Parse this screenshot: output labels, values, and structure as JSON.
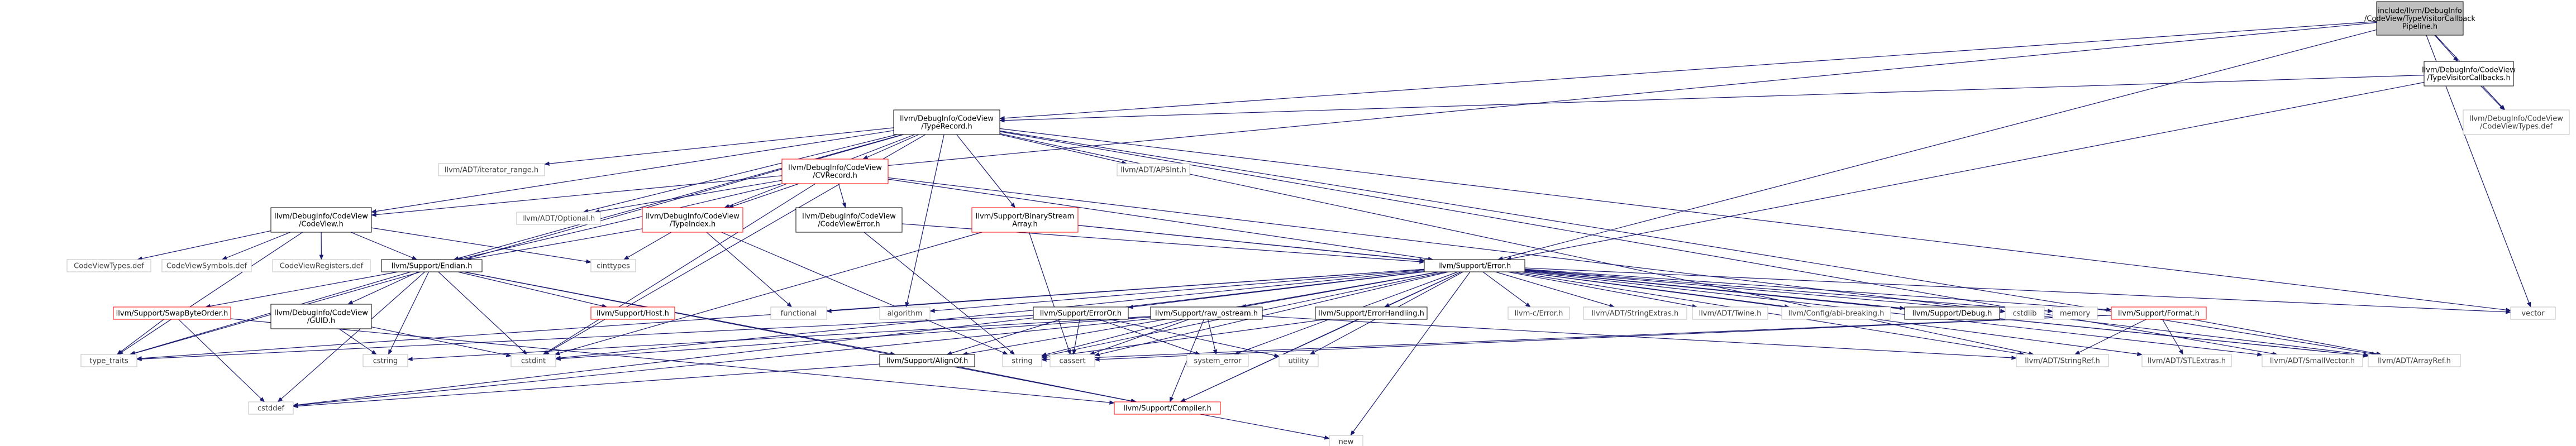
{
  "graph": {
    "root": "include/llvm/DebugInfo/CodeView/TypeVisitorCallbackPipeline.h",
    "colors": {
      "edge": "#191970",
      "node_border_default": "#bfbfbf",
      "node_border_linked": "#000000",
      "node_border_truncated": "#ff0000",
      "root_fill": "#bfbfbf",
      "text_default": "#3f3f3f",
      "text_linked": "#000000"
    },
    "nodes": [
      {
        "id": "root",
        "lines": [
          "include/llvm/DebugInfo",
          "/CodeView/TypeVisitorCallback",
          "Pipeline.h"
        ],
        "style": "root"
      },
      {
        "id": "tvc",
        "lines": [
          "llvm/DebugInfo/CodeView",
          "/TypeVisitorCallbacks.h"
        ],
        "style": "linked"
      },
      {
        "id": "tr",
        "lines": [
          "llvm/DebugInfo/CodeView",
          "/TypeRecord.h"
        ],
        "style": "linked"
      },
      {
        "id": "cvtypesdef1",
        "lines": [
          "llvm/DebugInfo/CodeView",
          "/CodeViewTypes.def"
        ],
        "style": "plain"
      },
      {
        "id": "cv",
        "lines": [
          "llvm/DebugInfo/CodeView",
          "/CodeView.h"
        ],
        "style": "linked"
      },
      {
        "id": "itrange",
        "lines": [
          "llvm/ADT/iterator_range.h"
        ],
        "style": "plain"
      },
      {
        "id": "cvrec",
        "lines": [
          "llvm/DebugInfo/CodeView",
          "/CVRecord.h"
        ],
        "style": "truncated"
      },
      {
        "id": "apsint",
        "lines": [
          "llvm/ADT/APSInt.h"
        ],
        "style": "plain"
      },
      {
        "id": "bstream",
        "lines": [
          "llvm/Support/BinaryStream",
          "Array.h"
        ],
        "style": "truncated"
      },
      {
        "id": "optional",
        "lines": [
          "llvm/ADT/Optional.h"
        ],
        "style": "plain"
      },
      {
        "id": "typeindex",
        "lines": [
          "llvm/DebugInfo/CodeView",
          "/TypeIndex.h"
        ],
        "style": "truncated"
      },
      {
        "id": "cverror",
        "lines": [
          "llvm/DebugInfo/CodeView",
          "/CodeViewError.h"
        ],
        "style": "linked"
      },
      {
        "id": "cvtypesdef",
        "lines": [
          "CodeViewTypes.def"
        ],
        "style": "plain"
      },
      {
        "id": "cvsymdef",
        "lines": [
          "CodeViewSymbols.def"
        ],
        "style": "plain"
      },
      {
        "id": "cvregdef",
        "lines": [
          "CodeViewRegisters.def"
        ],
        "style": "plain"
      },
      {
        "id": "endian",
        "lines": [
          "llvm/Support/Endian.h"
        ],
        "style": "linked"
      },
      {
        "id": "cinttypes",
        "lines": [
          "cinttypes"
        ],
        "style": "plain"
      },
      {
        "id": "error",
        "lines": [
          "llvm/Support/Error.h"
        ],
        "style": "linked"
      },
      {
        "id": "swapbyte",
        "lines": [
          "llvm/Support/SwapByteOrder.h"
        ],
        "style": "truncated"
      },
      {
        "id": "guid",
        "lines": [
          "llvm/DebugInfo/CodeView",
          "/GUID.h"
        ],
        "style": "linked"
      },
      {
        "id": "host",
        "lines": [
          "llvm/Support/Host.h"
        ],
        "style": "truncated"
      },
      {
        "id": "typetraits",
        "lines": [
          "type_traits"
        ],
        "style": "plain"
      },
      {
        "id": "functional",
        "lines": [
          "functional"
        ],
        "style": "plain"
      },
      {
        "id": "algorithm",
        "lines": [
          "algorithm"
        ],
        "style": "plain"
      },
      {
        "id": "erroror",
        "lines": [
          "llvm/Support/ErrorOr.h"
        ],
        "style": "linked"
      },
      {
        "id": "rawostream",
        "lines": [
          "llvm/Support/raw_ostream.h"
        ],
        "style": "linked"
      },
      {
        "id": "errhandling",
        "lines": [
          "llvm/Support/ErrorHandling.h"
        ],
        "style": "linked"
      },
      {
        "id": "cerror",
        "lines": [
          "llvm-c/Error.h"
        ],
        "style": "plain"
      },
      {
        "id": "strextras",
        "lines": [
          "llvm/ADT/StringExtras.h"
        ],
        "style": "plain"
      },
      {
        "id": "twine",
        "lines": [
          "llvm/ADT/Twine.h"
        ],
        "style": "plain"
      },
      {
        "id": "abibreak",
        "lines": [
          "llvm/Config/abi-breaking.h"
        ],
        "style": "plain"
      },
      {
        "id": "debug",
        "lines": [
          "llvm/Support/Debug.h"
        ],
        "style": "linked"
      },
      {
        "id": "cstdlib",
        "lines": [
          "cstdlib"
        ],
        "style": "plain"
      },
      {
        "id": "memory",
        "lines": [
          "memory"
        ],
        "style": "plain"
      },
      {
        "id": "format",
        "lines": [
          "llvm/Support/Format.h"
        ],
        "style": "truncated"
      },
      {
        "id": "vector",
        "lines": [
          "vector"
        ],
        "style": "plain"
      },
      {
        "id": "cstring",
        "lines": [
          "cstring"
        ],
        "style": "plain"
      },
      {
        "id": "cstdint",
        "lines": [
          "cstdint"
        ],
        "style": "plain"
      },
      {
        "id": "alignof",
        "lines": [
          "llvm/Support/AlignOf.h"
        ],
        "style": "linked"
      },
      {
        "id": "string",
        "lines": [
          "string"
        ],
        "style": "plain"
      },
      {
        "id": "cassert",
        "lines": [
          "cassert"
        ],
        "style": "plain"
      },
      {
        "id": "systemerror",
        "lines": [
          "system_error"
        ],
        "style": "plain"
      },
      {
        "id": "utility",
        "lines": [
          "utility"
        ],
        "style": "plain"
      },
      {
        "id": "stringref",
        "lines": [
          "llvm/ADT/StringRef.h"
        ],
        "style": "plain"
      },
      {
        "id": "stlextras",
        "lines": [
          "llvm/ADT/STLExtras.h"
        ],
        "style": "plain"
      },
      {
        "id": "smallvector",
        "lines": [
          "llvm/ADT/SmallVector.h"
        ],
        "style": "plain"
      },
      {
        "id": "arrayref",
        "lines": [
          "llvm/ADT/ArrayRef.h"
        ],
        "style": "plain"
      },
      {
        "id": "cstddef",
        "lines": [
          "cstddef"
        ],
        "style": "plain"
      },
      {
        "id": "compiler",
        "lines": [
          "llvm/Support/Compiler.h"
        ],
        "style": "truncated"
      },
      {
        "id": "new",
        "lines": [
          "new"
        ],
        "style": "plain"
      }
    ],
    "edges": [
      [
        "root",
        "tvc"
      ],
      [
        "root",
        "tr"
      ],
      [
        "root",
        "cvtypesdef1"
      ],
      [
        "root",
        "cv"
      ],
      [
        "root",
        "error"
      ],
      [
        "root",
        "vector"
      ],
      [
        "tvc",
        "tr"
      ],
      [
        "tvc",
        "cvtypesdef1"
      ],
      [
        "tvc",
        "error"
      ],
      [
        "tr",
        "cv"
      ],
      [
        "tr",
        "itrange"
      ],
      [
        "tr",
        "cvrec"
      ],
      [
        "tr",
        "apsint"
      ],
      [
        "tr",
        "bstream"
      ],
      [
        "tr",
        "optional"
      ],
      [
        "tr",
        "typeindex"
      ],
      [
        "tr",
        "endian"
      ],
      [
        "tr",
        "algorithm"
      ],
      [
        "tr",
        "cstdint"
      ],
      [
        "tr",
        "vector"
      ],
      [
        "tr",
        "typetraits"
      ],
      [
        "tr",
        "arrayref"
      ],
      [
        "tr",
        "smallvector"
      ],
      [
        "tr",
        "stringref"
      ],
      [
        "cvrec",
        "optional"
      ],
      [
        "cvrec",
        "typeindex"
      ],
      [
        "cvrec",
        "cverror"
      ],
      [
        "cvrec",
        "endian"
      ],
      [
        "cvrec",
        "error"
      ],
      [
        "cvrec",
        "cstdint"
      ],
      [
        "cvrec",
        "arrayref"
      ],
      [
        "cverror",
        "error"
      ],
      [
        "cverror",
        "string"
      ],
      [
        "bstream",
        "error"
      ],
      [
        "bstream",
        "cassert"
      ],
      [
        "bstream",
        "cstdint"
      ],
      [
        "bstream",
        "arrayref"
      ],
      [
        "typeindex",
        "endian"
      ],
      [
        "typeindex",
        "cinttypes"
      ],
      [
        "typeindex",
        "functional"
      ],
      [
        "typeindex",
        "string"
      ],
      [
        "cv",
        "cvtypesdef"
      ],
      [
        "cv",
        "cvsymdef"
      ],
      [
        "cv",
        "cvregdef"
      ],
      [
        "cv",
        "endian"
      ],
      [
        "cv",
        "cinttypes"
      ],
      [
        "cv",
        "typetraits"
      ],
      [
        "endian",
        "swapbyte"
      ],
      [
        "endian",
        "guid"
      ],
      [
        "endian",
        "host"
      ],
      [
        "endian",
        "alignof"
      ],
      [
        "endian",
        "compiler"
      ],
      [
        "endian",
        "cstddef"
      ],
      [
        "endian",
        "cstdint"
      ],
      [
        "endian",
        "cstring"
      ],
      [
        "endian",
        "typetraits"
      ],
      [
        "swapbyte",
        "compiler"
      ],
      [
        "swapbyte",
        "cstddef"
      ],
      [
        "swapbyte",
        "typetraits"
      ],
      [
        "guid",
        "cstdint"
      ],
      [
        "guid",
        "cstring"
      ],
      [
        "error",
        "functional"
      ],
      [
        "error",
        "algorithm"
      ],
      [
        "error",
        "erroror"
      ],
      [
        "error",
        "rawostream"
      ],
      [
        "error",
        "errhandling"
      ],
      [
        "error",
        "cerror"
      ],
      [
        "error",
        "strextras"
      ],
      [
        "error",
        "twine"
      ],
      [
        "error",
        "abibreak"
      ],
      [
        "error",
        "debug"
      ],
      [
        "error",
        "cstdlib"
      ],
      [
        "error",
        "memory"
      ],
      [
        "error",
        "format"
      ],
      [
        "error",
        "vector"
      ],
      [
        "error",
        "alignof"
      ],
      [
        "error",
        "compiler"
      ],
      [
        "error",
        "cassert"
      ],
      [
        "error",
        "string"
      ],
      [
        "error",
        "systemerror"
      ],
      [
        "error",
        "utility"
      ],
      [
        "error",
        "typetraits"
      ],
      [
        "error",
        "cstddef"
      ],
      [
        "error",
        "cstdint"
      ],
      [
        "error",
        "new"
      ],
      [
        "error",
        "stlextras"
      ],
      [
        "error",
        "smallvector"
      ],
      [
        "error",
        "arrayref"
      ],
      [
        "error",
        "stringref"
      ],
      [
        "erroror",
        "alignof"
      ],
      [
        "erroror",
        "cassert"
      ],
      [
        "erroror",
        "systemerror"
      ],
      [
        "erroror",
        "typetraits"
      ],
      [
        "erroror",
        "utility"
      ],
      [
        "rawostream",
        "compiler"
      ],
      [
        "rawostream",
        "cassert"
      ],
      [
        "rawostream",
        "cstddef"
      ],
      [
        "rawostream",
        "cstdint"
      ],
      [
        "rawostream",
        "cstring"
      ],
      [
        "rawostream",
        "string"
      ],
      [
        "rawostream",
        "systemerror"
      ],
      [
        "rawostream",
        "stringref"
      ],
      [
        "errhandling",
        "compiler"
      ],
      [
        "errhandling",
        "string"
      ],
      [
        "format",
        "cassert"
      ],
      [
        "format",
        "string"
      ],
      [
        "format",
        "stlextras"
      ],
      [
        "format",
        "stringref"
      ],
      [
        "format",
        "arrayref"
      ],
      [
        "alignof",
        "compiler"
      ],
      [
        "alignof",
        "cstddef"
      ],
      [
        "compiler",
        "new"
      ]
    ]
  }
}
